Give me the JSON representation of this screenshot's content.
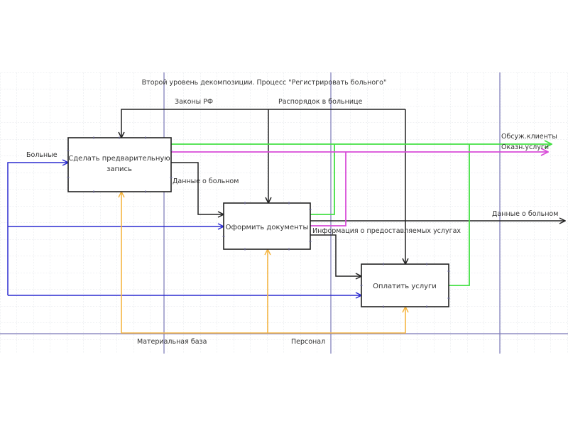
{
  "diagram": {
    "title": "Второй уровень декомпозиции. Процесс \"Регистрировать больного\"",
    "colors": {
      "control": "#222222",
      "input": "#2b2bd0",
      "mechanism": "#f5b642",
      "output_green": "#44e044",
      "output_magenta": "#d84cd8",
      "page_break": "#7a78b8",
      "grid": "#d9dde3"
    },
    "boxes": [
      {
        "id": "b1",
        "line1": "Сделать предварительную",
        "line2": "запись"
      },
      {
        "id": "b2",
        "line1": "Оформить документы",
        "line2": ""
      },
      {
        "id": "b3",
        "line1": "Оплатить услуги",
        "line2": ""
      }
    ],
    "labels": {
      "controls": [
        "Законы РФ",
        "Распорядок в больнице"
      ],
      "input": "Больные",
      "mechanisms": [
        "Материальная база",
        "Персонал"
      ],
      "outputs": [
        "Обсуж.клиенты",
        "Оказн.услуги",
        "Данные о больном"
      ],
      "internal": [
        "Данные о больном",
        "Информация о предоставляемых услугах"
      ]
    }
  }
}
